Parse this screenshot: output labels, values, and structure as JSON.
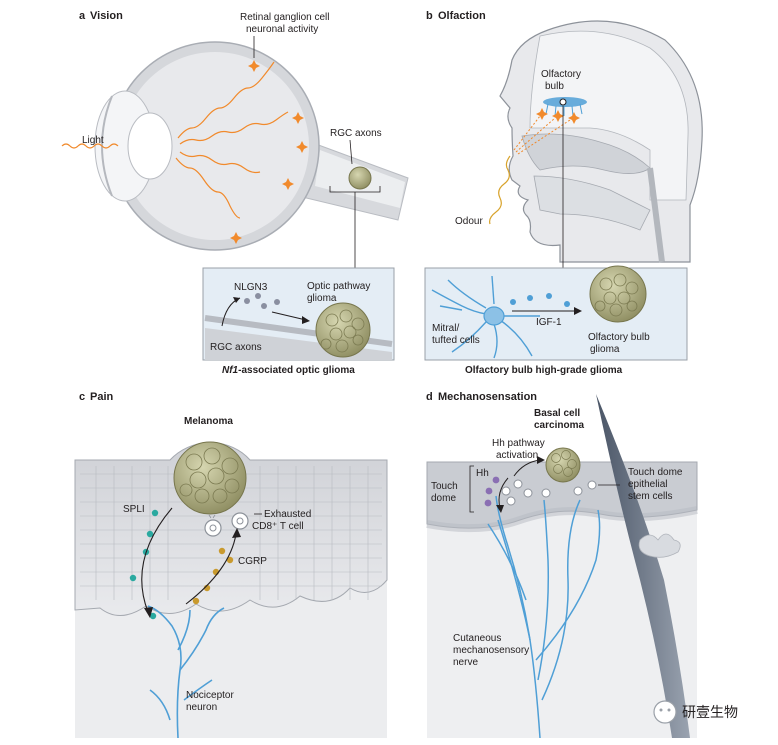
{
  "panels": {
    "a": {
      "letter": "a",
      "title": "Vision",
      "labels": {
        "rgc_activity_1": "Retinal ganglion cell",
        "rgc_activity_2": "neuronal activity",
        "light": "Light",
        "rgc_axons_top": "RGC axons",
        "nlgn3": "NLGN3",
        "optic_glioma_1": "Optic pathway",
        "optic_glioma_2": "glioma",
        "rgc_axons_inset": "RGC axons"
      },
      "caption_gene": "Nf1",
      "caption_rest": "-associated optic glioma"
    },
    "b": {
      "letter": "b",
      "title": "Olfaction",
      "labels": {
        "olfactory_bulb_1": "Olfactory",
        "olfactory_bulb_2": "bulb",
        "odour": "Odour",
        "igf1": "IGF-1",
        "mitral_1": "Mitral/",
        "mitral_2": "tufted cells",
        "ob_glioma_1": "Olfactory bulb",
        "ob_glioma_2": "glioma"
      },
      "caption": "Olfactory bulb high-grade glioma"
    },
    "c": {
      "letter": "c",
      "title": "Pain",
      "labels": {
        "melanoma": "Melanoma",
        "spli": "SPLI",
        "exhausted_1": "Exhausted",
        "exhausted_2": "CD8⁺ T cell",
        "cgrp": "CGRP",
        "nociceptor_1": "Nociceptor",
        "nociceptor_2": "neuron"
      }
    },
    "d": {
      "letter": "d",
      "title": "Mechanosensation",
      "labels": {
        "bcc_1": "Basal cell",
        "bcc_2": "carcinoma",
        "hh_pathway_1": "Hh pathway",
        "hh_pathway_2": "activation",
        "hh": "Hh",
        "touch_dome_1": "Touch",
        "touch_dome_2": "dome",
        "stem_1": "Touch dome",
        "stem_2": "epithelial",
        "stem_3": "stem cells",
        "cutaneous_1": "Cutaneous",
        "cutaneous_2": "mechanosensory",
        "cutaneous_3": "nerve"
      }
    }
  },
  "watermark": "研壹生物",
  "colors": {
    "orange": "#f18a2c",
    "tumor": "#a5a57a",
    "nerve_blue": "#4f9fd6",
    "teal": "#2aa9a0",
    "gold": "#c99a2e",
    "purple": "#8a6fb3",
    "gray_panel": "#d4d6da",
    "inset_bg": "#e4edf5"
  }
}
